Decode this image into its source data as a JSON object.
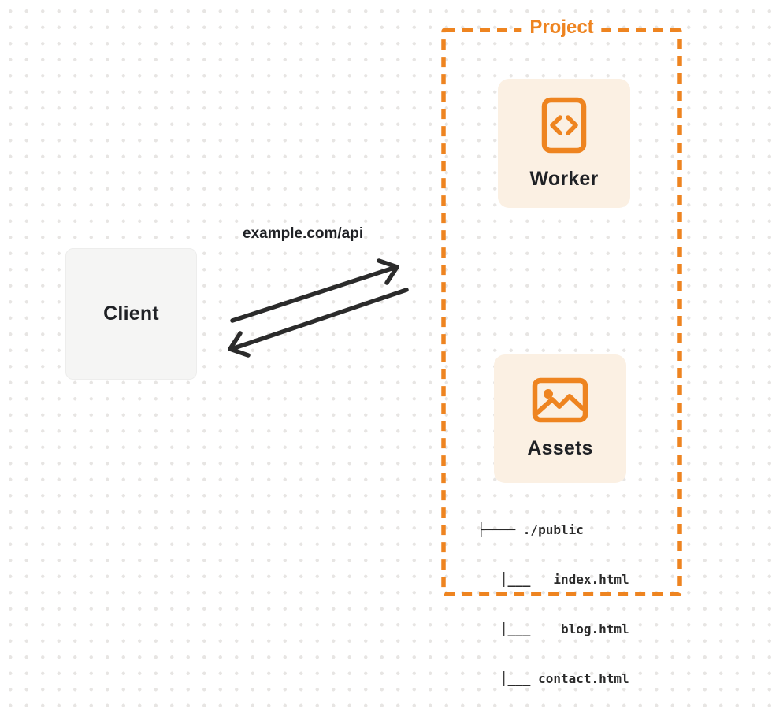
{
  "colors": {
    "orange": "#EE8420",
    "cream": "#FBF0E3",
    "dark": "#1F2125",
    "client_bg": "#F5F5F4",
    "arrow": "#2B2B2B",
    "dot": "#E7E5E3"
  },
  "client": {
    "label": "Client"
  },
  "request": {
    "label": "example.com/api"
  },
  "project": {
    "label": "Project",
    "worker": {
      "label": "Worker",
      "icon": "code-file-icon"
    },
    "assets": {
      "label": "Assets",
      "icon": "image-icon"
    },
    "file_tree": {
      "root": "./public",
      "files": [
        "index.html",
        "blog.html",
        "contact.html"
      ],
      "lines": [
        "├──── ./public",
        "   │___   index.html",
        "   │___    blog.html",
        "   │___ contact.html"
      ]
    }
  }
}
